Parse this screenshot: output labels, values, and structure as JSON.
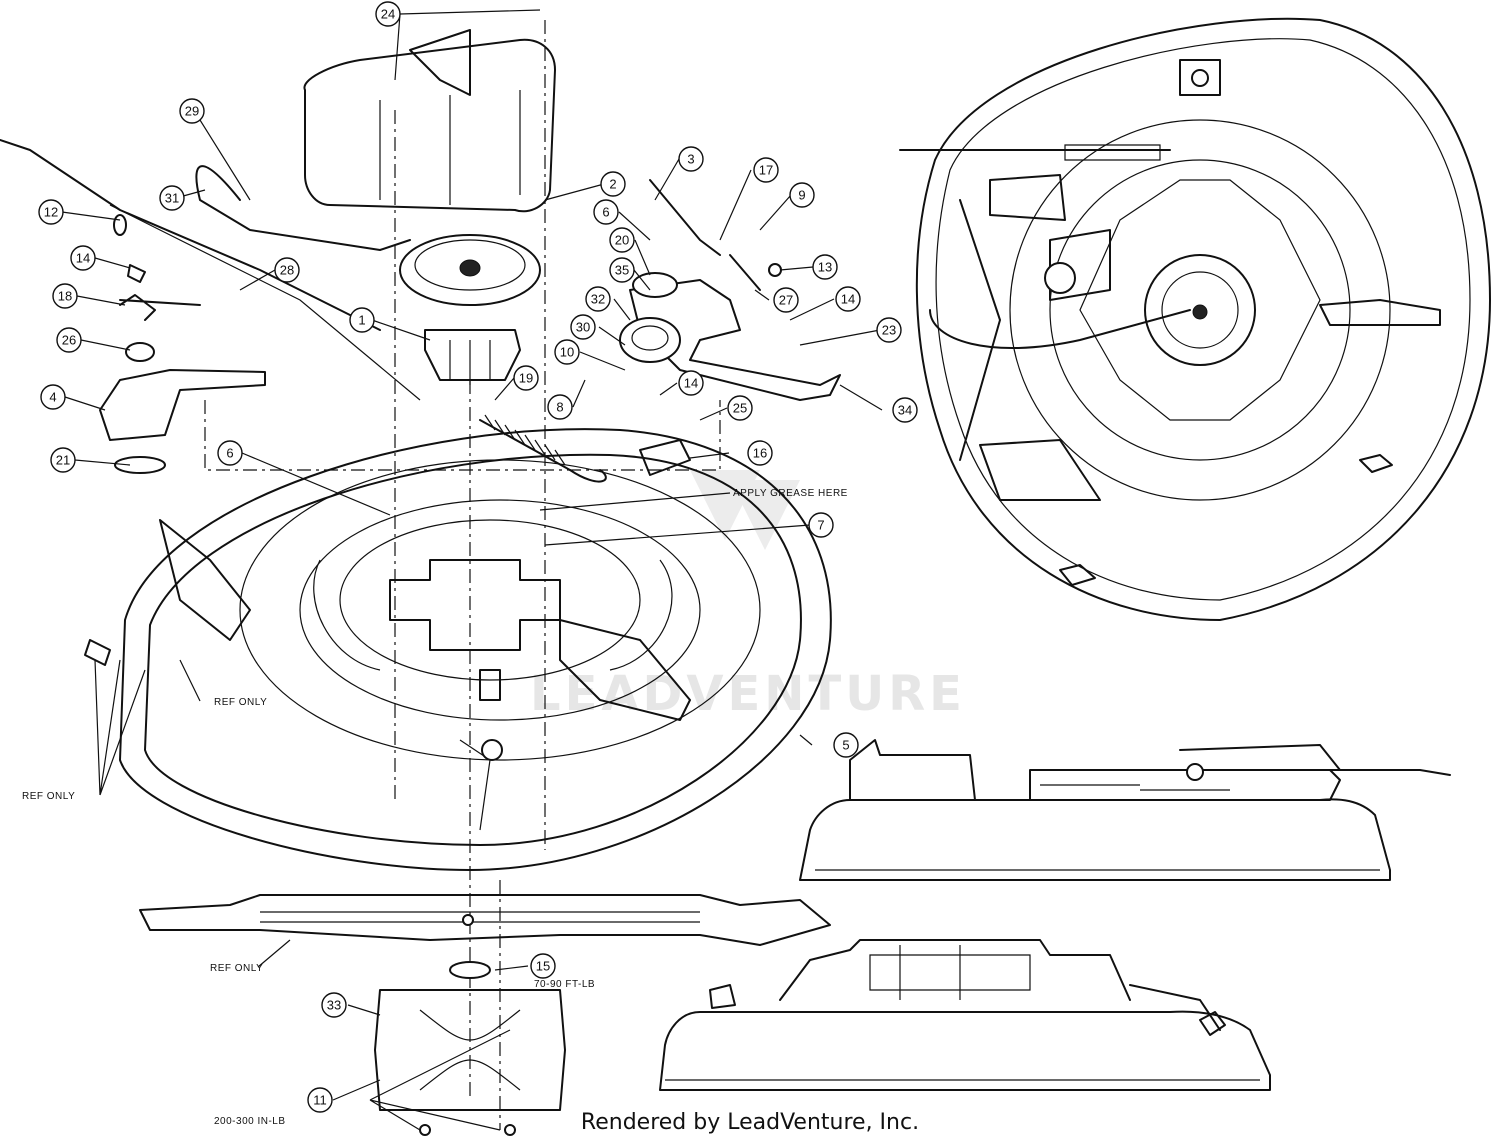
{
  "callouts": [
    {
      "label": "24"
    },
    {
      "label": "29"
    },
    {
      "label": "31"
    },
    {
      "label": "12"
    },
    {
      "label": "14"
    },
    {
      "label": "18"
    },
    {
      "label": "26"
    },
    {
      "label": "4"
    },
    {
      "label": "21"
    },
    {
      "label": "6"
    },
    {
      "label": "28"
    },
    {
      "label": "1"
    },
    {
      "label": "19"
    },
    {
      "label": "2"
    },
    {
      "label": "3"
    },
    {
      "label": "17"
    },
    {
      "label": "9"
    },
    {
      "label": "6"
    },
    {
      "label": "20"
    },
    {
      "label": "13"
    },
    {
      "label": "35"
    },
    {
      "label": "27"
    },
    {
      "label": "14"
    },
    {
      "label": "32"
    },
    {
      "label": "23"
    },
    {
      "label": "30"
    },
    {
      "label": "10"
    },
    {
      "label": "14"
    },
    {
      "label": "8"
    },
    {
      "label": "25"
    },
    {
      "label": "34"
    },
    {
      "label": "16"
    },
    {
      "label": "7"
    },
    {
      "label": "5"
    },
    {
      "label": "15"
    },
    {
      "label": "33"
    },
    {
      "label": "11"
    }
  ],
  "notes": {
    "apply_grease": "APPLY GREASE HERE",
    "ref_only_1": "REF ONLY",
    "ref_only_2": "REF ONLY",
    "ref_only_3": "REF ONLY",
    "torque_nut": "70-90 FT-LB",
    "torque_bolts": "200-300 IN-LB"
  },
  "watermark": "LEADVENTURE",
  "footer": "Rendered by LeadVenture, Inc."
}
